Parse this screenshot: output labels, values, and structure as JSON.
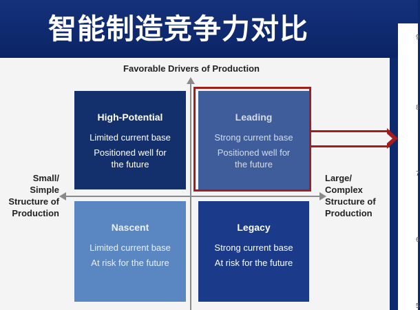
{
  "slide": {
    "title": "智能制造竞争力对比"
  },
  "axes": {
    "top": "Favorable Drivers of Production",
    "left": "Small/\nSimple\nStructure of\nProduction",
    "right": "Large/\nComplex\nStructure of\nProduction"
  },
  "quadrants": {
    "high_potential": {
      "title": "High-Potential",
      "line1": "Limited current base",
      "line2": "Positioned well for the future"
    },
    "leading": {
      "title": "Leading",
      "line1": "Strong current base",
      "line2": "Positioned well for the future"
    },
    "nascent": {
      "title": "Nascent",
      "line1": "Limited current base",
      "line2": "At risk for the future"
    },
    "legacy": {
      "title": "Legacy",
      "line1": "Strong current base",
      "line2": "At risk for the future"
    }
  },
  "highlight": {
    "color": "#a51c1c",
    "target": "Leading"
  },
  "side_panel": {
    "tick_marks": [
      "9",
      "8",
      "7",
      "6",
      "5"
    ]
  },
  "colors": {
    "banner": "#0b2466",
    "high_potential": "#14306c",
    "leading": "#3f5d9b",
    "nascent": "#5a86c1",
    "legacy": "#1b3b8a"
  }
}
